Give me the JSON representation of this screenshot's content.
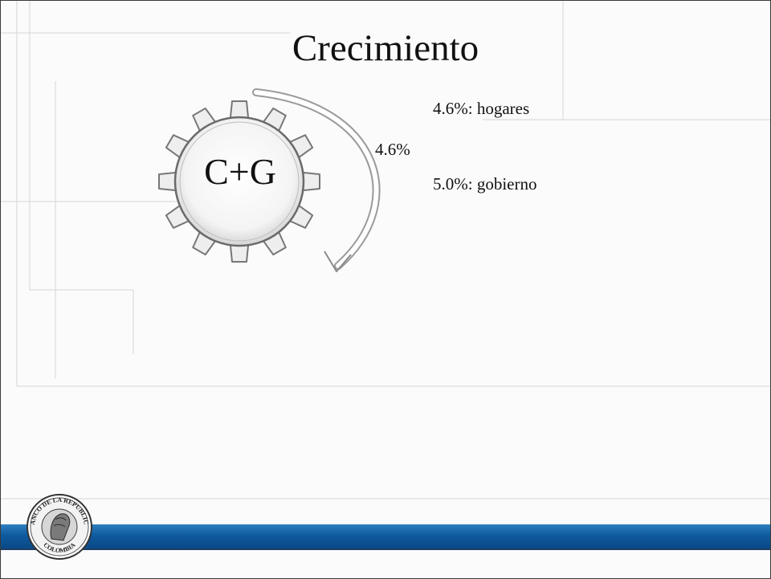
{
  "slide": {
    "title": "Crecimiento"
  },
  "diagram": {
    "gear_label": "C+G",
    "total_growth": "4.6%",
    "components": [
      {
        "label": "4.6%: hogares"
      },
      {
        "label": "5.0%: gobierno"
      }
    ]
  },
  "footer": {
    "logo_icon": "banco-de-la-republica-seal-icon",
    "logo_text_top": "BANCO DE LA REPUBLICA",
    "logo_text_bottom": "COLOMBIA",
    "bar_color": "#0e5a9e"
  }
}
